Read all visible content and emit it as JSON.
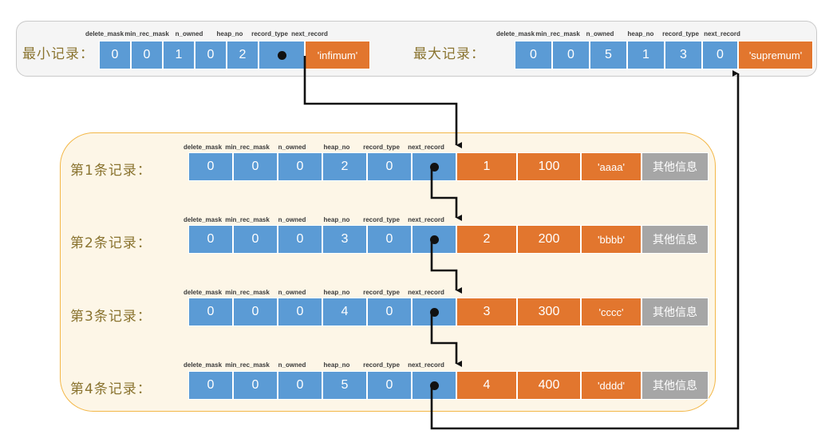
{
  "top": {
    "min_record": {
      "label": "最小记录：",
      "headers": [
        "delete_mask",
        "min_rec_mask",
        "n_owned",
        "heap_no",
        "record_type",
        "next_record"
      ],
      "values": [
        "0",
        "0",
        "1",
        "0",
        "2",
        ""
      ],
      "payload": "'infimum'"
    },
    "max_record": {
      "label": "最大记录：",
      "headers": [
        "delete_mask",
        "min_rec_mask",
        "n_owned",
        "heap_no",
        "record_type",
        "next_record"
      ],
      "values": [
        "0",
        "0",
        "5",
        "1",
        "3",
        "0"
      ],
      "payload": "'supremum'"
    }
  },
  "records": [
    {
      "label": "第1条记录：",
      "headers": [
        "delete_mask",
        "min_rec_mask",
        "n_owned",
        "heap_no",
        "record_type",
        "next_record"
      ],
      "values": [
        "0",
        "0",
        "0",
        "2",
        "0",
        ""
      ],
      "c1": "1",
      "c2": "100",
      "c3": "'aaaa'",
      "other": "其他信息"
    },
    {
      "label": "第2条记录：",
      "headers": [
        "delete_mask",
        "min_rec_mask",
        "n_owned",
        "heap_no",
        "record_type",
        "next_record"
      ],
      "values": [
        "0",
        "0",
        "0",
        "3",
        "0",
        ""
      ],
      "c1": "2",
      "c2": "200",
      "c3": "'bbbb'",
      "other": "其他信息"
    },
    {
      "label": "第3条记录：",
      "headers": [
        "delete_mask",
        "min_rec_mask",
        "n_owned",
        "heap_no",
        "record_type",
        "next_record"
      ],
      "values": [
        "0",
        "0",
        "0",
        "4",
        "0",
        ""
      ],
      "c1": "3",
      "c2": "300",
      "c3": "'cccc'",
      "other": "其他信息"
    },
    {
      "label": "第4条记录：",
      "headers": [
        "delete_mask",
        "min_rec_mask",
        "n_owned",
        "heap_no",
        "record_type",
        "next_record"
      ],
      "values": [
        "0",
        "0",
        "0",
        "5",
        "0",
        ""
      ],
      "c1": "4",
      "c2": "400",
      "c3": "'dddd'",
      "other": "其他信息"
    }
  ],
  "colors": {
    "blue": "#5b9bd5",
    "orange": "#e2762e",
    "gray": "#a6a6a6",
    "container_yellow_bg": "#fdf6e7",
    "container_yellow_border": "#f3b747",
    "container_gray_bg": "#f5f5f5",
    "cn_label": "#8a7430",
    "wire": "#111111"
  }
}
